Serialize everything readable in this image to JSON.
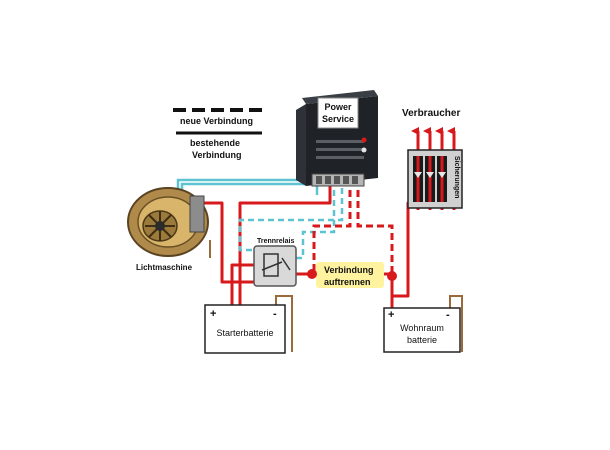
{
  "legend": {
    "new_connection": "neue Verbindung",
    "existing_connection_line1": "bestehende",
    "existing_connection_line2": "Verbindung"
  },
  "power_service": {
    "line1": "Power",
    "line2": "Service"
  },
  "consumers": {
    "title": "Verbraucher",
    "fuses": "Sicherungen"
  },
  "alternator": {
    "label": "Lichtmaschine"
  },
  "relay": {
    "label": "Trennrelais"
  },
  "disconnect": {
    "line1": "Verbindung",
    "line2": "auftrennen"
  },
  "starter_battery": {
    "label": "Starterbatterie",
    "plus": "+",
    "minus": "-"
  },
  "living_battery": {
    "line1": "Wohnraum",
    "line2": "batterie",
    "plus": "+",
    "minus": "-"
  },
  "colors": {
    "wire_red": "#d7191c",
    "wire_cyan": "#5ec3d0",
    "wire_brown": "#9a6a3a",
    "highlight": "#fff3a0"
  }
}
